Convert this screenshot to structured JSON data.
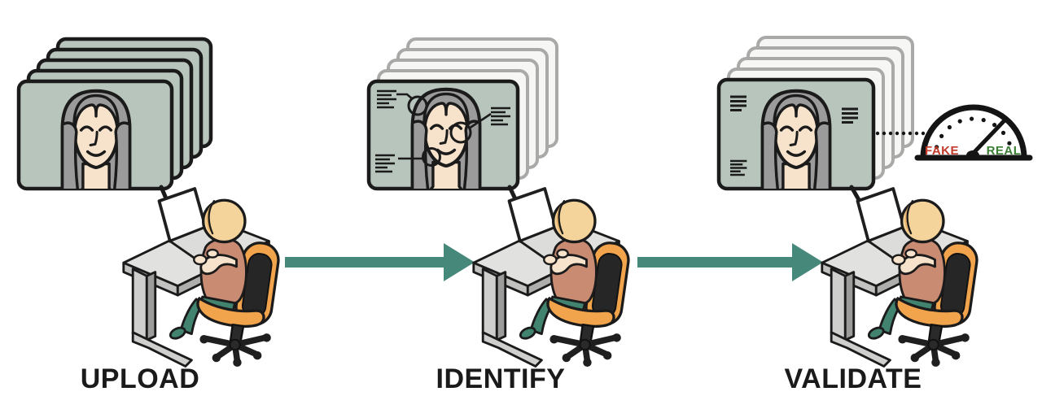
{
  "steps": [
    {
      "id": "upload",
      "label": "UPLOAD"
    },
    {
      "id": "identify",
      "label": "IDENTIFY"
    },
    {
      "id": "validate",
      "label": "VALIDATE"
    }
  ],
  "gauge": {
    "fake_label": "FAKE",
    "real_label": "REAL"
  },
  "icons": {
    "photo_stack": "photo-card-stack",
    "portrait": "woman-portrait",
    "analysis": "face-analysis-annotations",
    "worker": "analyst-at-desk",
    "meter": "fake-real-meter",
    "arrow": "flow-arrow",
    "dots": "dotted-connector"
  },
  "colors": {
    "card-teal": "#b7c5bc",
    "card-back": "#f6f6f4",
    "card-back-border": "#a9a9a7",
    "outline": "#1b1b1b",
    "arrow-teal": "#46897b",
    "hair-gray": "#9b9b9b",
    "skin": "#f7e3cc",
    "hair-blonde": "#f5d49c",
    "shirt-salmon": "#c98b72",
    "pants-teal": "#41836f",
    "chair-orange": "#f2a44c",
    "desk-gray": "#e1e1df",
    "fake-red": "#c23a2a",
    "real-green": "#3a7d33",
    "label-black": "#1a1a1a",
    "background": "#ffffff"
  }
}
